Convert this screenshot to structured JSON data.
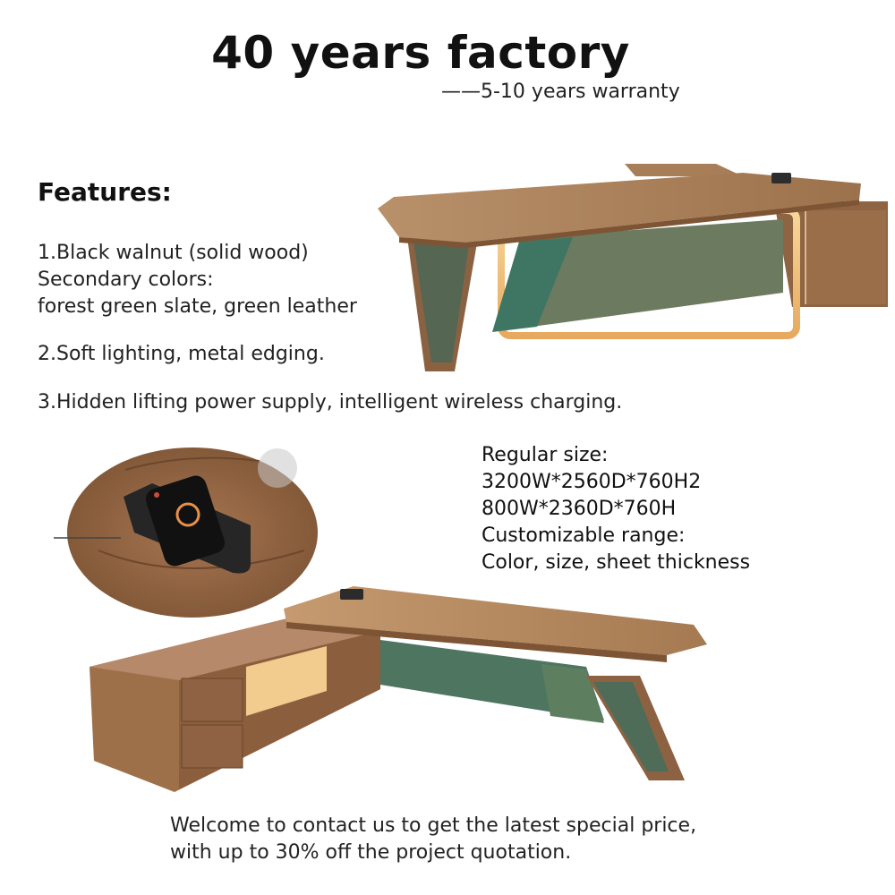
{
  "header": {
    "title": "40 years factory",
    "subtitle": "——5-10 years warranty"
  },
  "features": {
    "heading": "Features:",
    "item1_line1": "1.Black walnut (solid wood)",
    "item1_line2": "Secondary colors:",
    "item1_line3": "forest green slate, green leather",
    "item2": "2.Soft lighting, metal edging.",
    "item3": "3.Hidden lifting power supply, intelligent wireless charging."
  },
  "specs": {
    "line1": "Regular size:",
    "line2": "3200W*2560D*760H2",
    "line3": "800W*2360D*760H",
    "line4": "Customizable range:",
    "line5": "Color, size, sheet thickness"
  },
  "footer": {
    "line1": "Welcome to contact us to get the latest special price,",
    "line2": "with up to 30% off the project quotation."
  },
  "colors": {
    "wood": "#a67a55",
    "wood_dark": "#7d5535",
    "green_leather": "#5d6e54",
    "green_slate": "#3f6e5a",
    "light_glow": "#f3c77d"
  }
}
